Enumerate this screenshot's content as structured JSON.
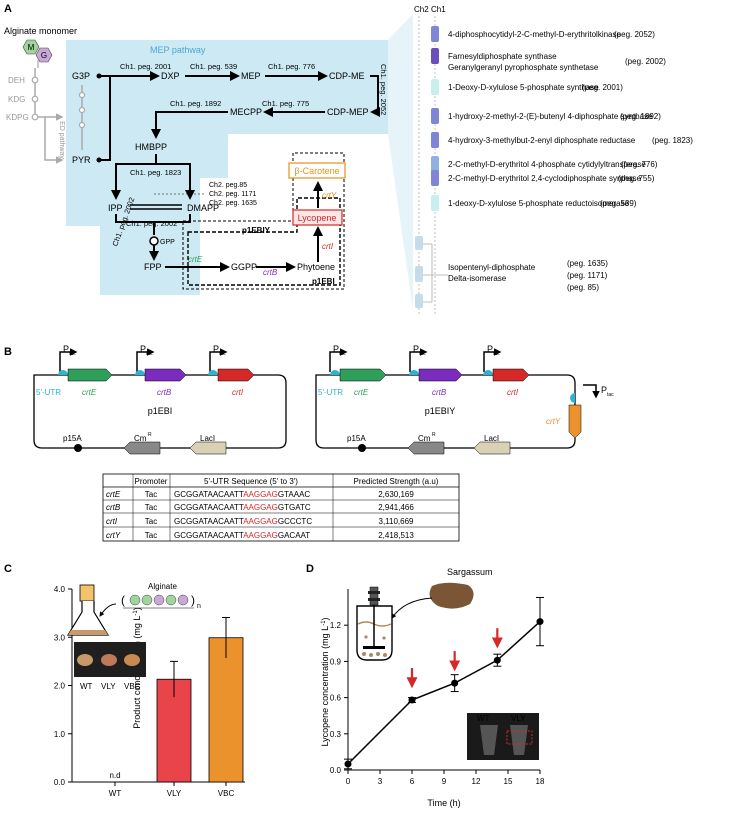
{
  "panels": {
    "a": "A",
    "b": "B",
    "c": "C",
    "d": "D"
  },
  "colors": {
    "mep_bg": "#cde9f3",
    "green": "#2e9e5b",
    "purple": "#7b2cbf",
    "red": "#d62828",
    "orange": "#e8901c",
    "gray": "#9a9a9a",
    "cyan": "#2bb3d6",
    "bar_red": "#e8444a",
    "bar_orange": "#ec922d"
  },
  "panel_a": {
    "alginate_title": "Alginate monomer",
    "monomers": [
      "M",
      "G"
    ],
    "mep_title": "MEP pathway",
    "ed_pathway": "ED pathway",
    "ed_nodes": [
      "DEH",
      "KDG",
      "KDPG"
    ],
    "nodes": {
      "g3p": "G3P",
      "pyr": "PYR",
      "dxp": "DXP",
      "mep": "MEP",
      "cdp_me": "CDP-ME",
      "cdp_mep": "CDP-MEP",
      "mecpp": "MECPP",
      "hmbpp": "HMBPP",
      "ipp": "IPP",
      "dmapp": "DMAPP",
      "fpp": "FPP",
      "ggpp": "GGPP",
      "phytoene": "Phytoene",
      "lycopene": "Lycopene",
      "bcarotene": "β-Carotene"
    },
    "edge_labels": {
      "e1": "Ch1. peg. 2001",
      "e2": "Ch1. peg. 539",
      "e3": "Ch1. peg. 776",
      "e4": "Ch1. peg. 2052",
      "e5": "Ch1. peg. 775",
      "e6": "Ch1. peg. 1892",
      "e7": "Ch1. peg. 1823",
      "e8": "Ch1. peg. 2002",
      "e9": "Ch1. peg. 2002",
      "gpp": "GPP",
      "crtE": "crtE",
      "crtB": "crtB",
      "crtI": "crtI",
      "crtY": "crtY"
    },
    "isomerase_labels": [
      "Ch2. peg.85",
      "Ch2. peg. 1171",
      "Ch2. peg. 1635"
    ],
    "plasmid_labels": {
      "p1EBIY": "p1EBIY",
      "p1EBI": "p1EBI"
    },
    "chromosomes": [
      "Ch2",
      "Ch1"
    ],
    "genes": [
      {
        "name": "4-diphosphocytidyl-2-C-methyl-D-erythritolkinase",
        "peg": "(peg. 2052)"
      },
      {
        "name": "Farnesyldiphosphate synthase",
        "name2": "Geranylgeranyl pyrophosphate synthetase",
        "peg": "(peg. 2002)"
      },
      {
        "name": "1-Deoxy-D-xylulose 5-phosphate synthase",
        "peg": "(peg. 2001)"
      },
      {
        "name": "1-hydroxy-2-methyl-2-(E)-butenyl 4-diphosphate synthase",
        "peg": "(peg. 1892)"
      },
      {
        "name": "4-hydroxy-3-methylbut-2-enyl diphosphate reductase",
        "peg": "(peg. 1823)"
      },
      {
        "name": "2-C-methyl-D-erythritol 4-phosphate cytidylyltransferase",
        "peg": "(peg. 776)"
      },
      {
        "name": "2-C-methyl-D-erythritol 2,4-cyclodiphosphate synthase",
        "peg": "(peg. 755)"
      },
      {
        "name": "1-deoxy-D-xylulose 5-phosphate reductoisomerase",
        "peg": "(peg. 539)"
      }
    ],
    "isomerase_gene": {
      "line1": "Isopentenyl-diphosphate",
      "line2": "Delta-isomerase",
      "pegs": [
        "(peg. 1635)",
        "(peg. 1171)",
        "(peg. 85)"
      ]
    }
  },
  "panel_b": {
    "ptac": "P",
    "ptac_sub": "tac",
    "utr": "5'-UTR",
    "crtE": "crtE",
    "crtB": "crtB",
    "crtI": "crtI",
    "crtY": "crtY",
    "plasmid1": "p1EBI",
    "plasmid2": "p1EBIY",
    "p15a": "p15A",
    "cmr": "Cm",
    "cmr_sup": "R",
    "laci": "LacI",
    "table_headers": [
      "",
      "Promoter",
      "5'-UTR Sequence (5' to 3')",
      "Predicted Strength (a.u)"
    ],
    "rows": [
      {
        "gene": "crtE",
        "promoter": "Tac",
        "pre": "GCGGATAACAATT",
        "rbs": "AAGGAG",
        "post": "GTAAAC",
        "strength": "2,630,169"
      },
      {
        "gene": "crtB",
        "promoter": "Tac",
        "pre": "GCGGATAACAATT",
        "rbs": "AAGGAG",
        "post": "GTGATC",
        "strength": "2,941,466"
      },
      {
        "gene": "crtI",
        "promoter": "Tac",
        "pre": "GCGGATAACAATT",
        "rbs": "AAGGAG",
        "post": "GCCCTC",
        "strength": "3,110,669"
      },
      {
        "gene": "crtY",
        "promoter": "Tac",
        "pre": "GCGGATAACAATT",
        "rbs": "AAGGAG",
        "post": "GACAAT",
        "strength": "2,418,513"
      }
    ]
  },
  "chart_data": [
    {
      "type": "bar",
      "categories": [
        "WT",
        "VLY",
        "VBC"
      ],
      "values": [
        0,
        2.13,
        2.99
      ],
      "errors": [
        0,
        0.37,
        0.42
      ],
      "ylabel": "Product concentration (mg L",
      "ylabel_sup": "-1",
      "ylabel_close": ")",
      "ylim": [
        0,
        4.0
      ],
      "yticks": [
        "0.0",
        "1.0",
        "2.0",
        "3.0",
        "4.0"
      ],
      "nd_label": "n.d",
      "inset_title": "Alginate",
      "inset_n": "n",
      "photo_labels": [
        "WT",
        "VLY",
        "VBC"
      ]
    },
    {
      "type": "line",
      "x": [
        0,
        6,
        10,
        14,
        18
      ],
      "y": [
        0.05,
        0.58,
        0.72,
        0.91,
        1.23
      ],
      "errors": [
        0.04,
        0.02,
        0.07,
        0.05,
        0.2
      ],
      "xlabel": "Time (h)",
      "ylabel": "Lycopene concentration (mg L",
      "ylabel_sup": "-1",
      "ylabel_close": ")",
      "xlim": [
        0,
        18
      ],
      "ylim": [
        0,
        1.5
      ],
      "xticks": [
        "0",
        "3",
        "6",
        "9",
        "12",
        "15",
        "18"
      ],
      "yticks": [
        "0.0",
        "0.3",
        "0.6",
        "0.9",
        "1.2"
      ],
      "feeding_times": [
        6,
        10,
        14
      ],
      "inset_title": "Sargassum",
      "photo_labels": [
        "WT",
        "VLY"
      ]
    }
  ]
}
